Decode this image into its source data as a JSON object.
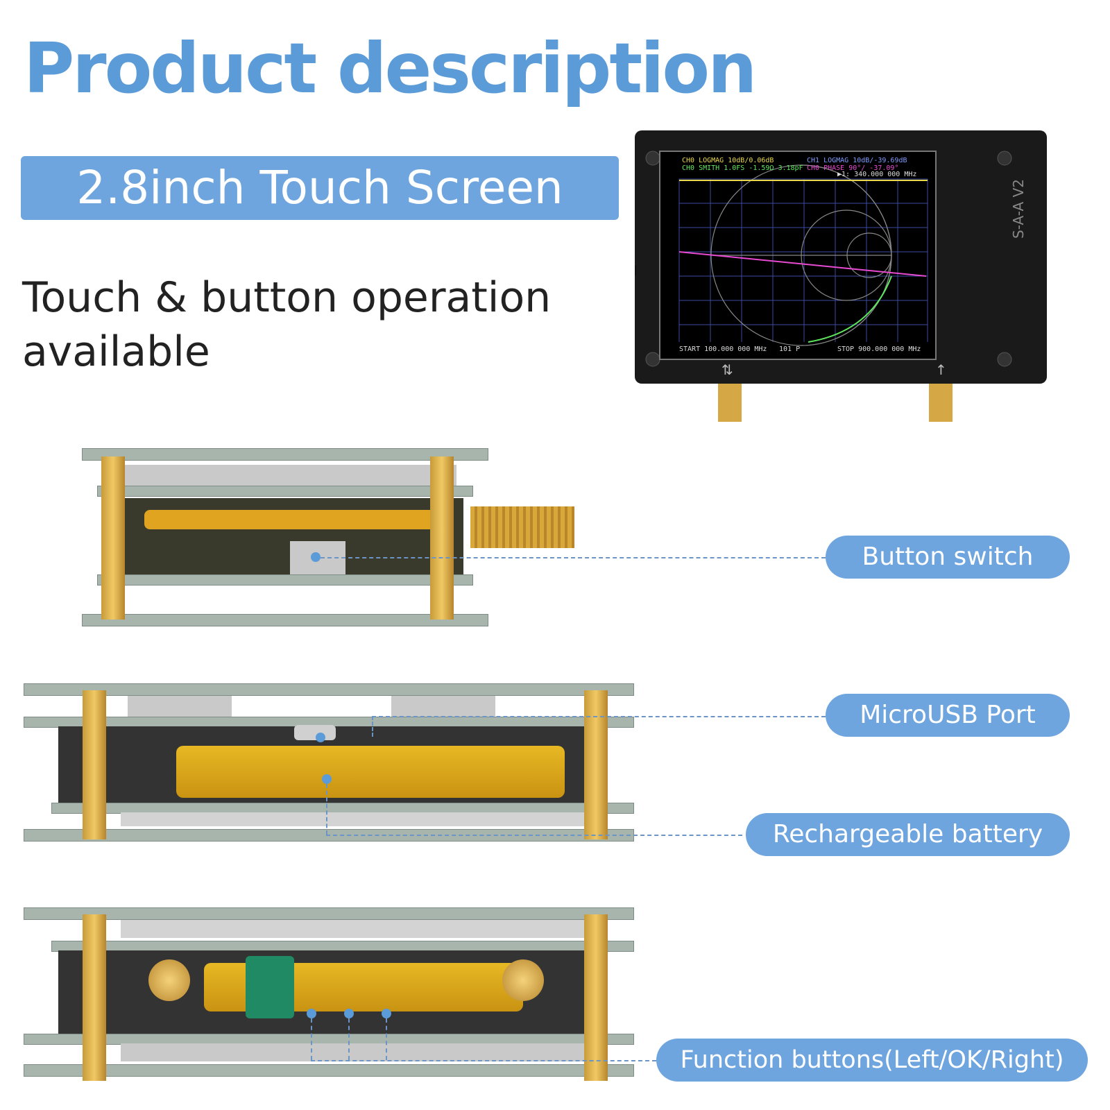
{
  "header": {
    "title": "Product description",
    "feature": "2.8inch Touch Screen",
    "subtitle_line1": "Touch & button operation",
    "subtitle_line2": "available"
  },
  "device": {
    "brand_label": "S-A-A V2",
    "screen": {
      "line1_left": "CH0 LOGMAG 10dB/0.06dB",
      "line2_left": "CH0 SMITH 1.0FS  -1.59Ω 3.18pF",
      "line1_right": "CH1 LOGMAG 10dB/-39.69dB",
      "line2_right": "CH0 PHASE 90°/   -37.09°",
      "line3_right": "▶1: 340.000 000 MHz",
      "footer_start": "START 100.000 000 MHz",
      "footer_points": "101 P",
      "footer_stop": "STOP 900.000 000 MHz"
    }
  },
  "callouts": {
    "button_switch": "Button switch",
    "microusb_port": "MicroUSB Port",
    "battery": "Rechargeable battery",
    "function_buttons": "Function buttons(Left/OK/Right)"
  },
  "colors": {
    "accent": "#5b9bd8",
    "pill": "#6fa5de"
  }
}
